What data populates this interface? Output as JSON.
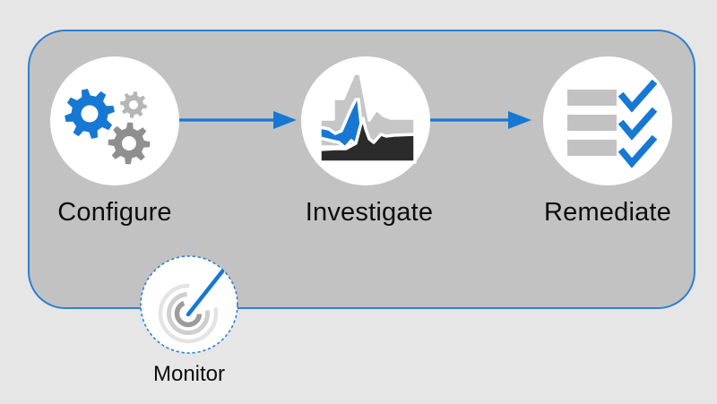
{
  "steps": [
    {
      "label": "Configure",
      "icon": "gears-icon"
    },
    {
      "label": "Investigate",
      "icon": "spike-chart-icon"
    },
    {
      "label": "Remediate",
      "icon": "checklist-icon"
    }
  ],
  "monitor": {
    "label": "Monitor",
    "icon": "radar-gauge-icon"
  },
  "arrows": [
    {
      "from": "Configure",
      "to": "Investigate"
    },
    {
      "from": "Investigate",
      "to": "Remediate"
    }
  ],
  "colors": {
    "background": "#e6e6e6",
    "panel_fill": "#c2c2c2",
    "panel_border": "#2e7fd2",
    "accent_blue": "#1778d4",
    "gray_light": "#b6b6b6",
    "gray_mid": "#8f8f8f",
    "chart_gray": "#c6c6c6",
    "chart_dark": "#2b2b2b",
    "arc_light": "#e4e4e4",
    "arc_mid": "#cfcfcf",
    "arc_dark": "#9c9c9c",
    "text": "#0d0d0d"
  }
}
